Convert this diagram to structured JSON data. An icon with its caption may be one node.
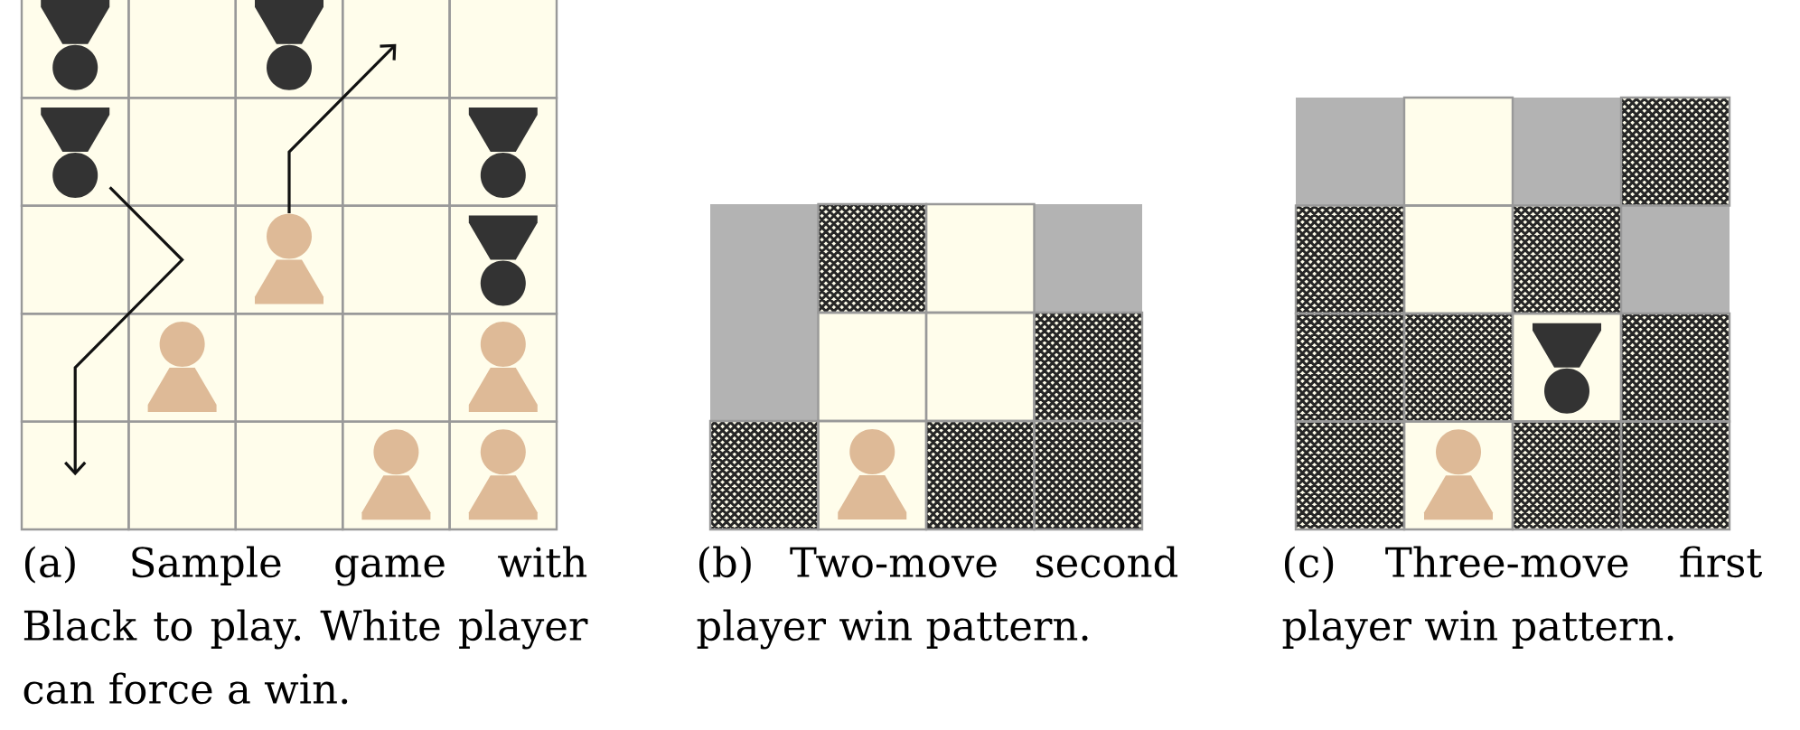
{
  "diagram": {
    "nodes": [
      {
        "text": [],
        "shape": "picture"
      },
      {
        "text": [],
        "shape": "picture"
      }
    ],
    "edges": [
      {
        "from": 0,
        "to": null,
        "arrow": "to"
      },
      {
        "from": 1,
        "to": null,
        "arrow": "to"
      }
    ],
    "labels": [
      "(a) Sample game with Black to play. White player can force a win.",
      "(b) Two-move second player win pattern.",
      "(c) Three-move first player win pattern."
    ]
  }
}
